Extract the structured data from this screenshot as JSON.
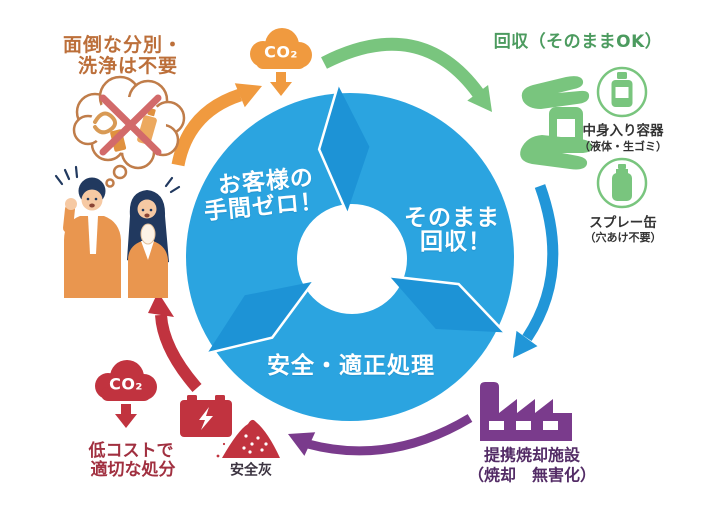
{
  "colors": {
    "orange": "#f09a3f",
    "orange_text": "#bc6f3a",
    "green": "#79c57e",
    "green_dark": "#4c9b5f",
    "blue": "#2ba4e0",
    "blue_dark": "#1d93d6",
    "red": "#c1333f",
    "red_text": "#a13040",
    "purple": "#7a3b8c",
    "purple_text": "#532c66",
    "skin": "#f6c9a3",
    "navy": "#21395f",
    "jacket_orange": "#e9964f",
    "bubble_outline": "#c07d4a",
    "cross_red": "#d26a6a",
    "white": "#ffffff"
  },
  "customer": {
    "benefit_line1": "面倒な分別・",
    "benefit_line2": "洗浄は不要"
  },
  "emissions": {
    "top_co2": "CO₂",
    "bottom_co2": "CO₂"
  },
  "collection": {
    "title": "回収（そのままOK）",
    "items": [
      {
        "name": "中身入り容器",
        "note": "（液体・生ゴミ）"
      },
      {
        "name": "スプレー缶",
        "note": "（穴あけ不要）"
      }
    ]
  },
  "cycle": {
    "step1_line1": "お客様の",
    "step1_line2": "手間ゼロ！",
    "step2_line1": "そのまま",
    "step2_line2": "回収！",
    "step3": "安全・適正処理"
  },
  "facility": {
    "name": "提携焼却施設",
    "note": "（焼却　無害化）"
  },
  "disposal": {
    "line1": "低コストで",
    "line2": "適切な処分",
    "ash": "安全灰"
  }
}
